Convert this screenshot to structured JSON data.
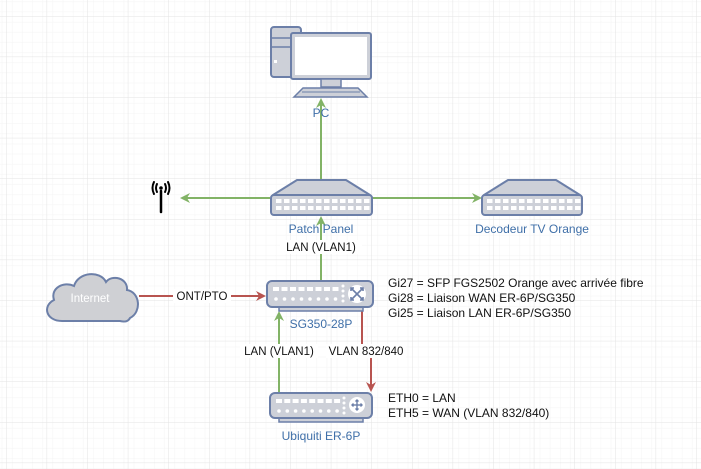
{
  "colors": {
    "link_green": "#82b366",
    "link_red": "#b85450",
    "device_fill": "#cdd0d8",
    "device_stroke": "#6c7fa8",
    "cloud_fill": "#cfd0d4",
    "label_blue": "#3f6fa8",
    "text": "#111111",
    "grid_minor": "#f2f2f2",
    "grid_major": "#e4e4e4"
  },
  "nodes": {
    "pc": {
      "label": "PC",
      "icon": "desktop-computer-icon"
    },
    "patch_panel": {
      "label": "Patch Panel",
      "icon": "patch-panel-icon"
    },
    "decoder": {
      "label": "Decodeur TV Orange",
      "icon": "set-top-box-icon"
    },
    "wifi": {
      "label": "",
      "icon": "wireless-antenna-icon"
    },
    "internet": {
      "label": "Internet",
      "icon": "cloud-icon"
    },
    "switch": {
      "label": "SG350-28P",
      "icon": "layer3-switch-icon"
    },
    "router": {
      "label": "Ubiquiti ER-6P",
      "icon": "router-icon"
    }
  },
  "edges": {
    "internet_switch": {
      "label": "ONT/PTO"
    },
    "switch_patch": {
      "label": "LAN (VLAN1)"
    },
    "router_switch": {
      "label": "LAN (VLAN1)"
    },
    "switch_router": {
      "label": "VLAN 832/840"
    }
  },
  "notes": {
    "switch_ports": [
      "Gi27 = SFP FGS2502 Orange avec arrivée fibre",
      "Gi28 = Liaison WAN ER-6P/SG350",
      "Gi25 = Liaison LAN ER-6P/SG350"
    ],
    "router_ports": [
      "ETH0 = LAN",
      "ETH5 = WAN (VLAN 832/840)"
    ]
  }
}
